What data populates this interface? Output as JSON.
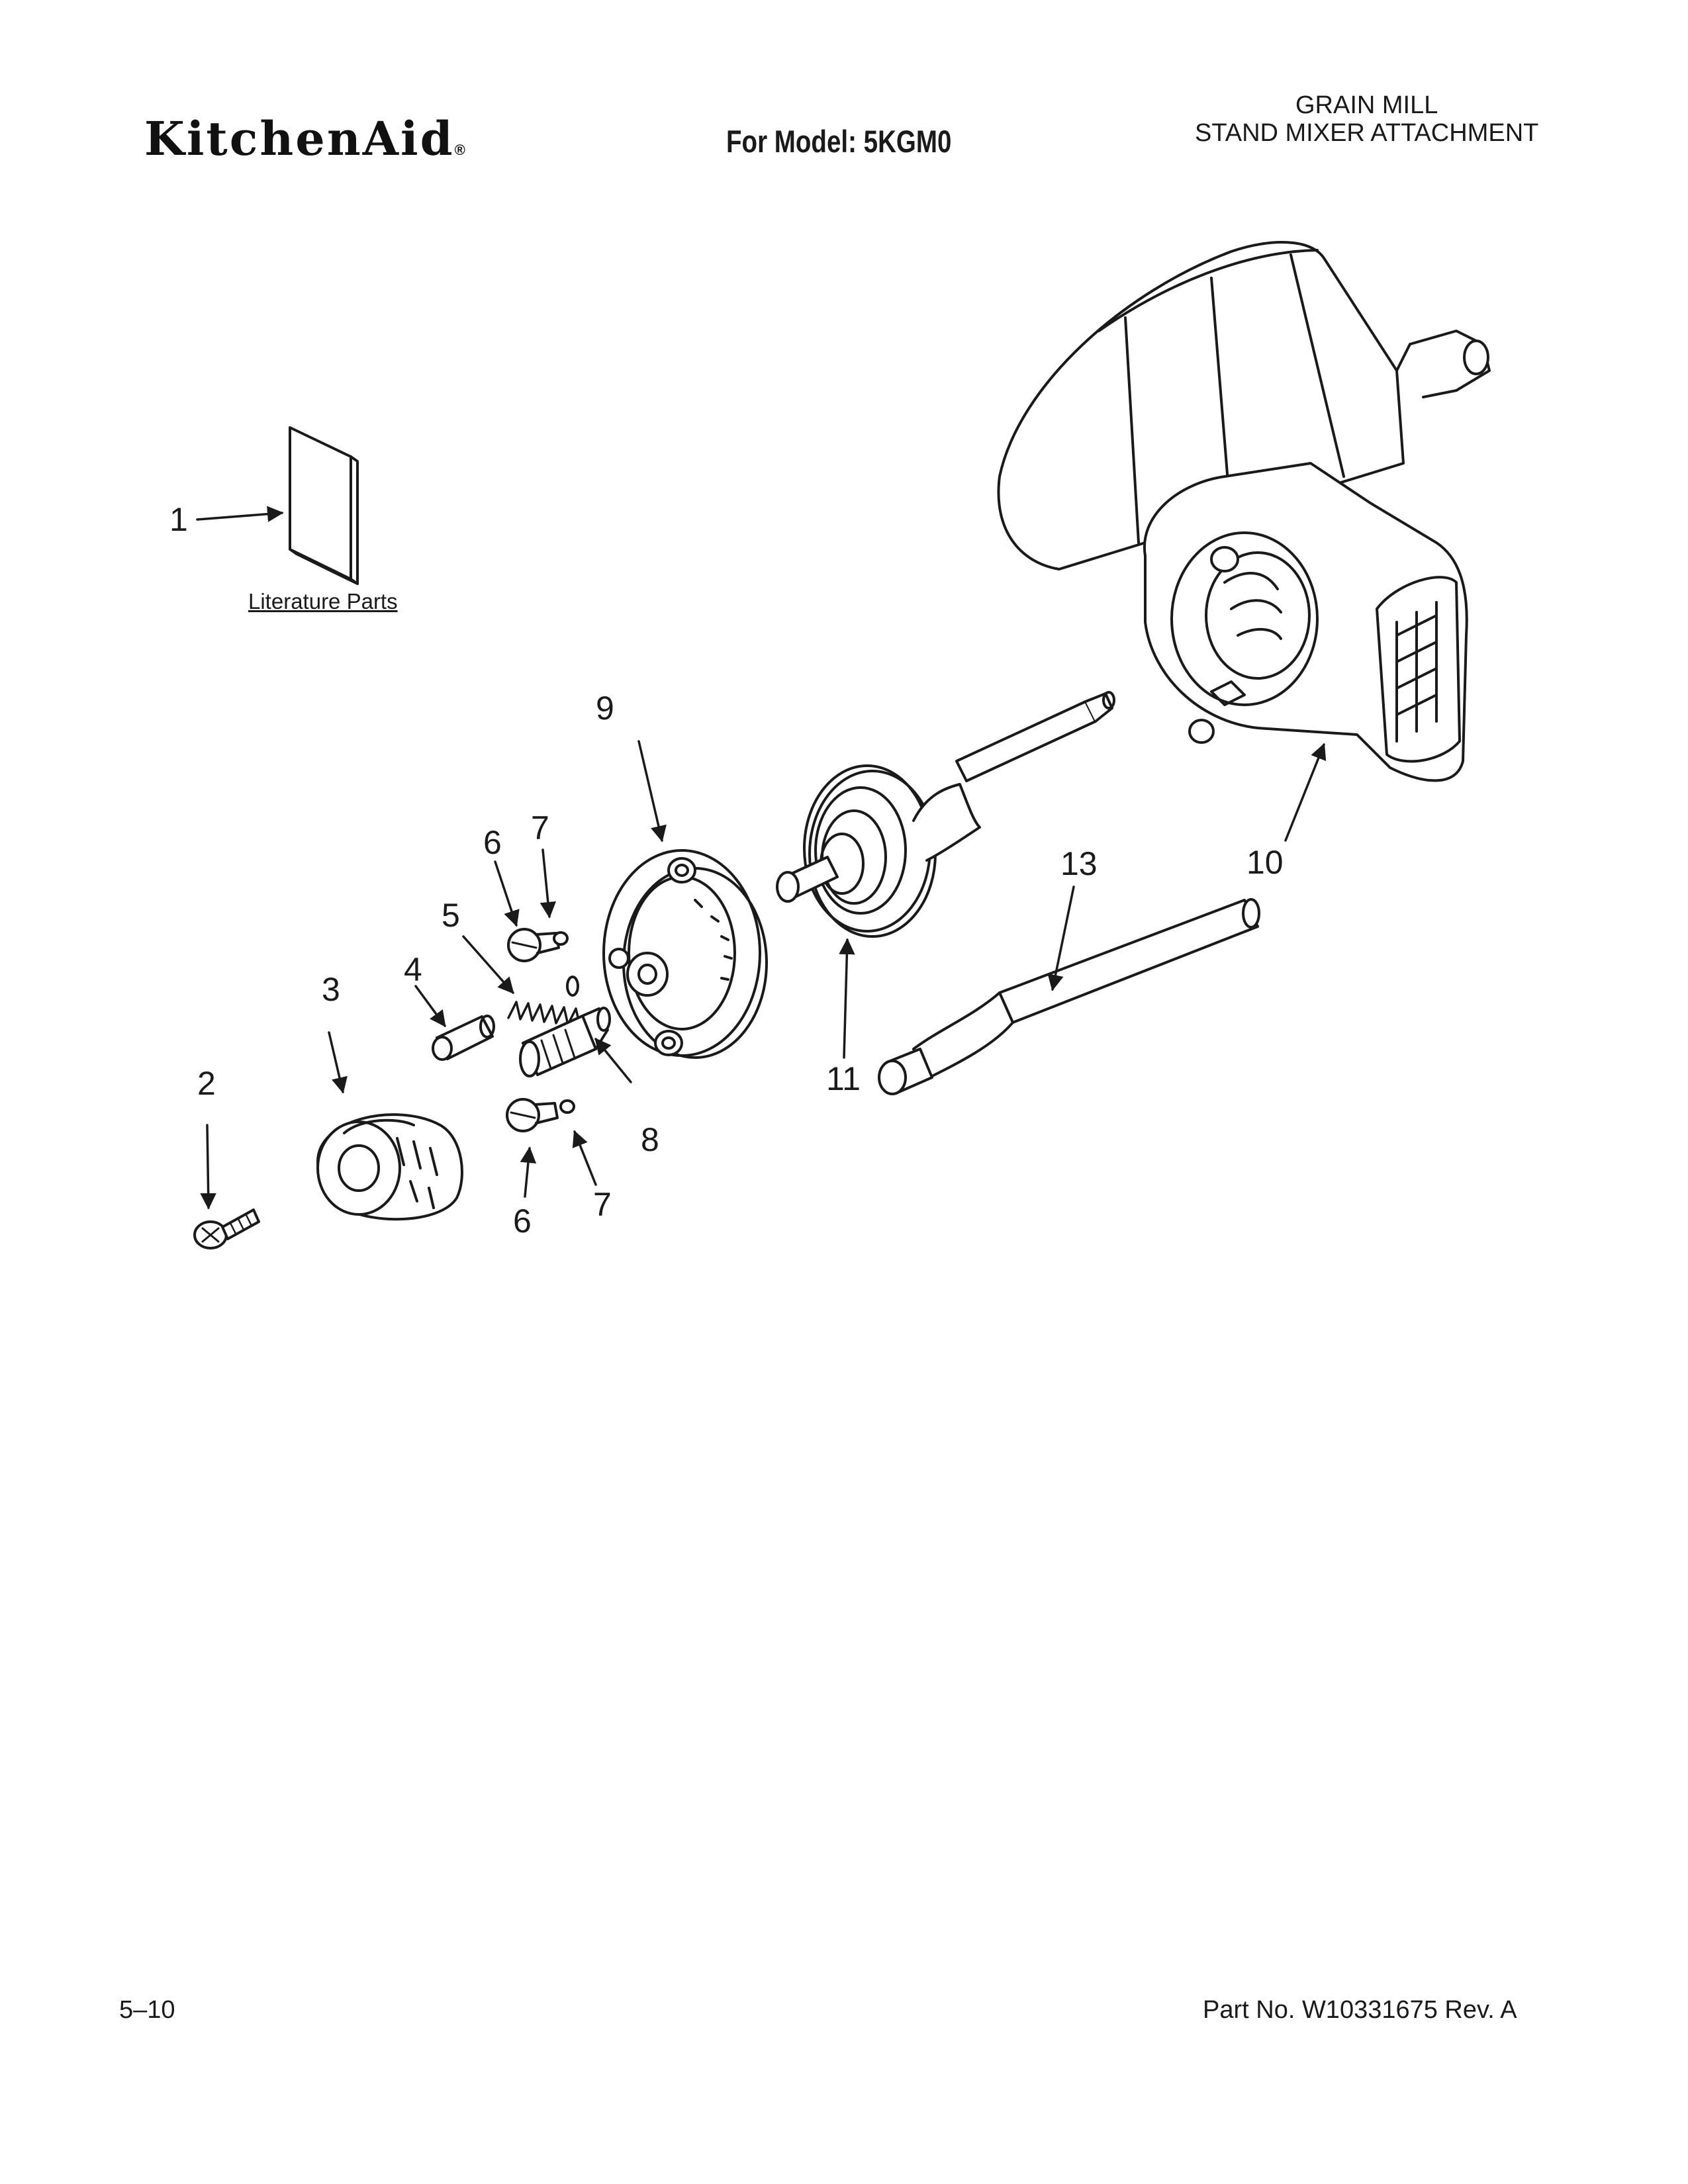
{
  "header": {
    "brand": "KitchenAid",
    "brand_mark": "®",
    "model_label": "For Model: 5KGM0",
    "title_line1": "GRAIN MILL",
    "title_line2": "STAND MIXER ATTACHMENT"
  },
  "diagram": {
    "literature_label": "Literature Parts",
    "callouts": [
      "1",
      "2",
      "3",
      "4",
      "5",
      "6",
      "7",
      "8",
      "9",
      "10",
      "11",
      "13",
      "6",
      "7"
    ]
  },
  "footer": {
    "page": "5–10",
    "part_number": "Part No. W10331675 Rev. A"
  }
}
